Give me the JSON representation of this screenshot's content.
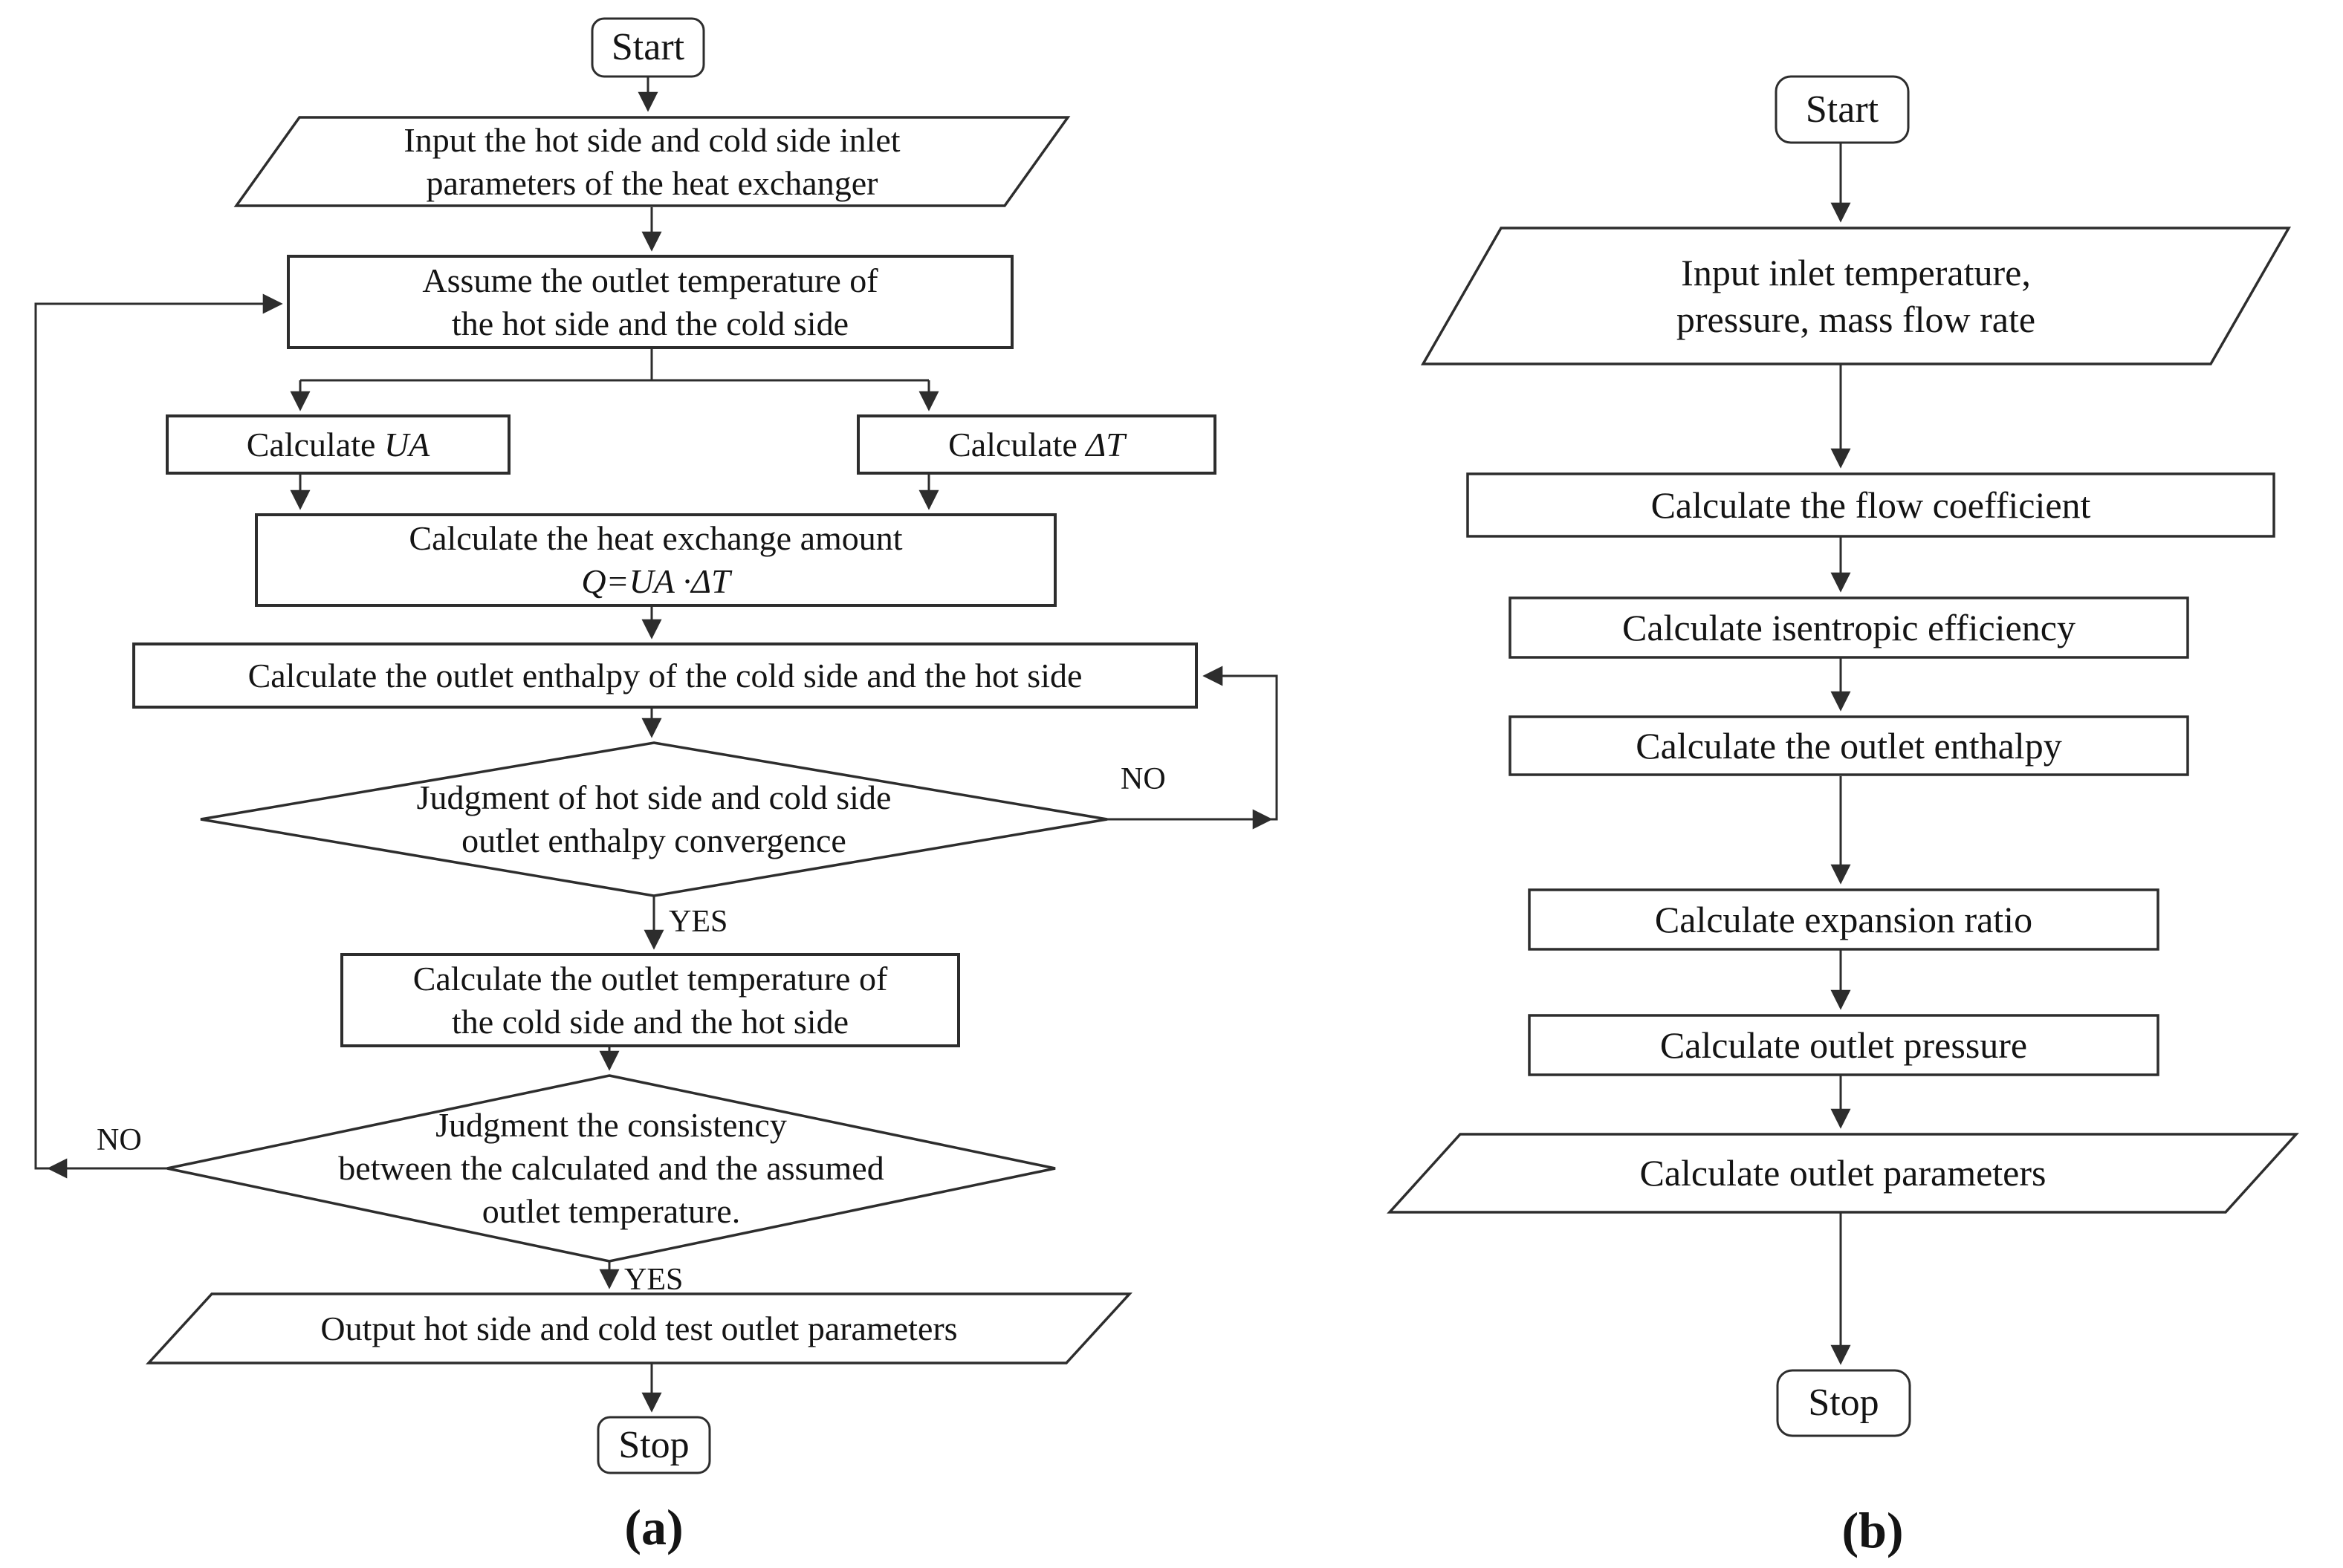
{
  "panel_a": {
    "start": "Start",
    "input_line1": "Input the hot side and cold side inlet",
    "input_line2": "parameters of the heat exchanger",
    "assume_line1": "Assume the outlet temperature of",
    "assume_line2": "the hot side and the cold side",
    "calc_ua_prefix": "Calculate ",
    "calc_ua_math": "UA",
    "calc_dt_prefix": "Calculate ",
    "calc_dt_math": "ΔT",
    "heat_line1": "Calculate the heat exchange amount",
    "heat_line2": "Q=UA ·ΔT",
    "enthalpy": "Calculate the outlet enthalpy of the cold side and the hot side",
    "judge1_line1": "Judgment of hot side and cold side",
    "judge1_line2": "outlet enthalpy convergence",
    "no1": "NO",
    "yes1": "YES",
    "outtemp_line1": "Calculate the outlet temperature of",
    "outtemp_line2": "the cold side and the hot side",
    "judge2_line1": "Judgment the consistency",
    "judge2_line2": "between the calculated and the assumed",
    "judge2_line3": "outlet temperature.",
    "no2": "NO",
    "yes2": "YES",
    "output": "Output hot side and cold test outlet parameters",
    "stop": "Stop",
    "caption": "(a)"
  },
  "panel_b": {
    "start": "Start",
    "input_line1": "Input inlet temperature,",
    "input_line2": "pressure, mass flow rate",
    "steps": [
      "Calculate the flow coefficient",
      "Calculate isentropic efficiency",
      "Calculate the outlet enthalpy",
      "Calculate expansion ratio",
      "Calculate outlet pressure"
    ],
    "output": "Calculate outlet parameters",
    "stop": "Stop",
    "caption": "(b)"
  },
  "colors": {
    "line": "#2d2d2d",
    "text": "#141414",
    "background": "#ffffff"
  }
}
